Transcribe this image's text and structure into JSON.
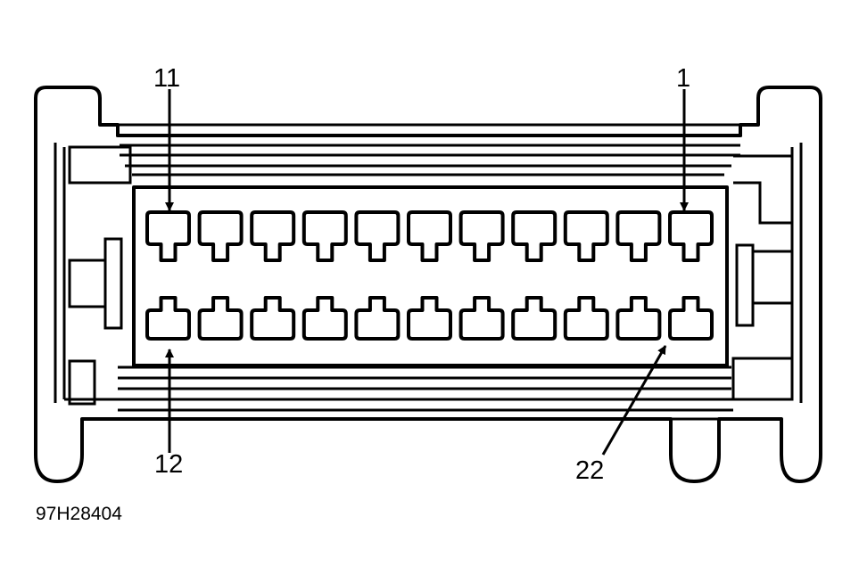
{
  "labels": {
    "pin_11": "11",
    "pin_1": "1",
    "pin_12": "12",
    "pin_22": "22"
  },
  "figure_id": "97H28404",
  "connector": {
    "top_row_cavities": 11,
    "bottom_row_cavities": 11
  }
}
